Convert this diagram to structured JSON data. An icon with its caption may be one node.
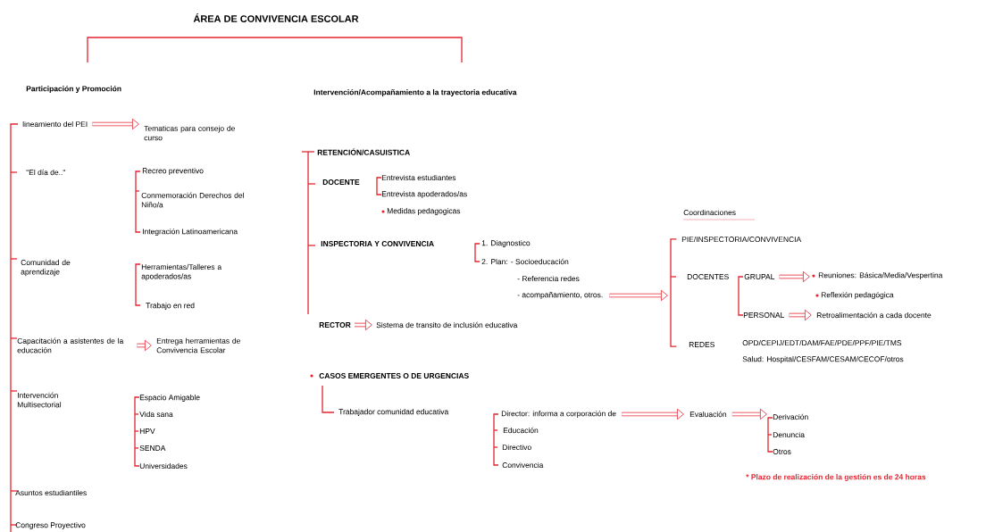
{
  "diagram": {
    "title": "ÁREA DE CONVIVENCIA ESCOLAR",
    "nodes": [
      {
        "text": [
          "lineamiento del PEI"
        ]
      },
      {
        "text": [
          "Tematicas para consejo de curso"
        ]
      },
      {
        "text": [
          "Capacitación a asistentes de la educación"
        ]
      },
      {
        "text": [
          "Entrega herramientas de Convivencia Escolar"
        ]
      },
      {
        "text": [
          "RECTOR"
        ]
      },
      {
        "text": [
          "Sistema de transito de inclusión educativa"
        ]
      },
      {
        "text": [
          "- acompañamiento, otros."
        ]
      },
      {
        "text": [
          "DOCENTES"
        ]
      },
      {
        "text": [
          "GRUPAL"
        ]
      },
      {
        "text": [
          "Reuniones: Básica/Media/Vespertina"
        ]
      },
      {
        "text": [
          "PERSONAL"
        ]
      },
      {
        "text": [
          "Retroalimentación a cada docente"
        ]
      },
      {
        "text": [
          "Director: informa a corporación de"
        ]
      },
      {
        "text": [
          "Evaluación"
        ]
      },
      {
        "text": [
          "Derivación"
        ]
      },
      {
        "text": [],
        "shape": "bracket"
      }
    ],
    "edges": [
      {
        "from": 0,
        "to": 1,
        "arrow": "to"
      },
      {
        "from": 2,
        "to": 3,
        "arrow": "to"
      },
      {
        "from": 4,
        "to": 5,
        "arrow": "to"
      },
      {
        "from": 6,
        "to": 15,
        "arrow": "to"
      },
      {
        "from": 8,
        "to": 9,
        "arrow": "to"
      },
      {
        "from": 10,
        "to": 11,
        "arrow": "to"
      },
      {
        "from": 12,
        "to": 13,
        "arrow": "to"
      },
      {
        "from": 13,
        "to": 14,
        "arrow": "to"
      }
    ],
    "labels": [
      "Participación y Promoción",
      "Intervención/Acompañamiento a la trayectoria educativa",
      "\"El día de..\"",
      "Recreo preventivo",
      "Conmemoración Derechos del Niño/a",
      "Integración Latinoamericana",
      "Comunidad de aprendizaje",
      "Herramientas/Talleres a apoderados/as",
      "Trabajo en red",
      "Intervención Multisectorial",
      "Espacio Amigable",
      "Vida sana",
      "HPV",
      "SENDA",
      "Universidades",
      "Asuntos estudiantiles",
      "Congreso Proyectivo",
      "RETENCIÓN/CASUISTICA",
      "DOCENTE",
      "Entrevista estudiantes",
      "Entrevista apoderados/as",
      "Medidas pedagogicas",
      "INSPECTORIA Y CONVIVENCIA",
      "1. Diagnostico",
      "2. Plan: - Socioeducación",
      "- Referencia redes",
      "Coordinaciones",
      "PIE/INSPECTORIA/CONVIVENCIA",
      "Reflexión pedagógica",
      "REDES",
      "OPD/CEPIJ/EDT/DAM/FAE/PDE/PPF/PIE/TMS",
      "Salud: Hospital/CESFAM/CESAM/CECOF/otros",
      "CASOS EMERGENTES O DE URGENCIAS",
      "Trabajador comunidad educativa",
      "Educación",
      "Directivo",
      "Convivencia",
      "Denuncia",
      "Otros",
      "* Plazo de realización de la gestión es de 24 horas"
    ]
  }
}
